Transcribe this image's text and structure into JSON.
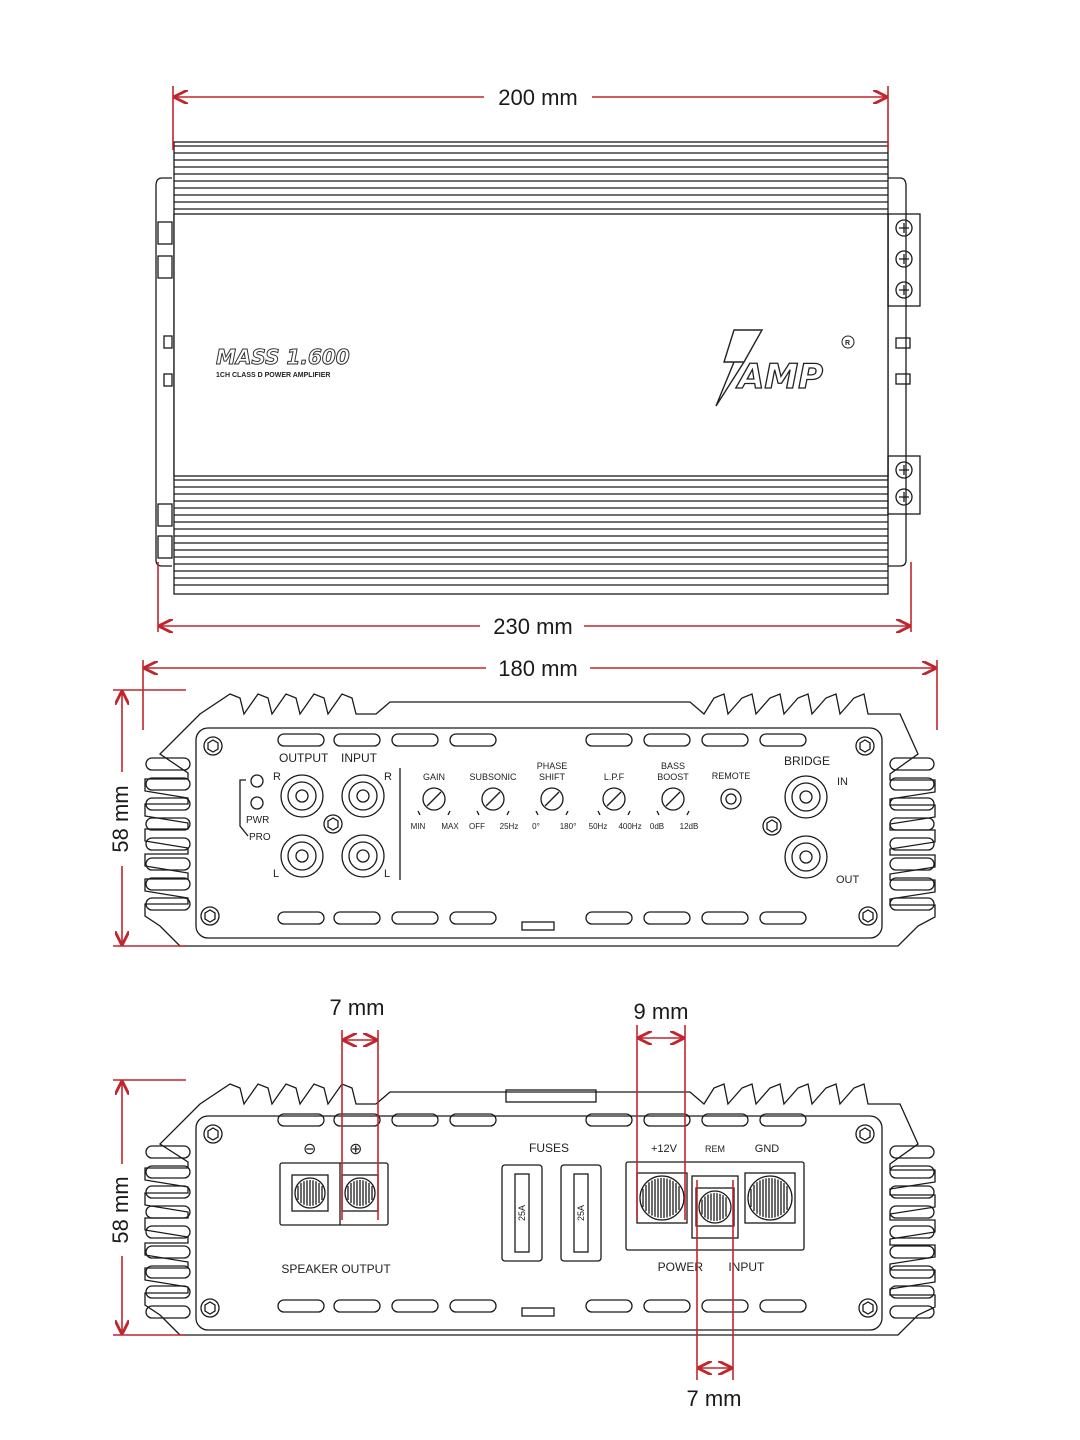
{
  "dimensions": {
    "top_width": "200 mm",
    "bottom_width": "230 mm",
    "panel_width": "180 mm",
    "front_height": "58 mm",
    "rear_height": "58 mm",
    "speaker_terminal": "7 mm",
    "power_terminal": "9 mm",
    "rem_terminal": "7 mm"
  },
  "colors": {
    "dimension_line": "#c0262d",
    "outline": "#1a1a1a"
  },
  "top_view": {
    "model": "MASS 1.600",
    "subtitle": "1CH CLASS D POWER AMPLIFIER",
    "logo": "AMP",
    "registered": "R"
  },
  "front_panel": {
    "output_label": "OUTPUT",
    "input_label": "INPUT",
    "r_label": "R",
    "l_label": "L",
    "pwr_label": "PWR",
    "pro_label": "PRO",
    "controls": [
      {
        "name": "GAIN",
        "min": "MIN",
        "max": "MAX"
      },
      {
        "name": "SUBSONIC",
        "min": "OFF",
        "max": "25Hz"
      },
      {
        "name": "PHASE\nSHIFT",
        "min": "0°",
        "max": "180°"
      },
      {
        "name": "L.P.F",
        "min": "50Hz",
        "max": "400Hz"
      },
      {
        "name": "BASS\nBOOST",
        "min": "0dB",
        "max": "12dB"
      }
    ],
    "remote_label": "REMOTE",
    "bridge_label": "BRIDGE",
    "in_label": "IN",
    "out_label": "OUT"
  },
  "rear_panel": {
    "minus_symbol": "⊖",
    "plus_symbol": "⊕",
    "speaker_output_label": "SPEAKER OUTPUT",
    "fuses_label": "FUSES",
    "fuse_rating": "25A",
    "plus12v_label": "+12V",
    "rem_label": "REM",
    "gnd_label": "GND",
    "power_input_label": "POWER INPUT"
  }
}
